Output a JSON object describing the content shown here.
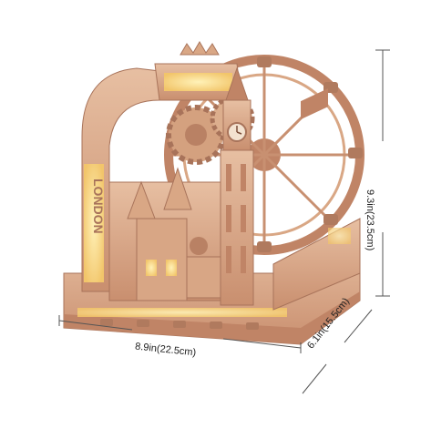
{
  "product": {
    "sign_text": "LONDON",
    "accent_wood": "#d9a785",
    "light_glow": "#f7d37a",
    "dark_wood": "#a8735a"
  },
  "dimensions": {
    "width": "8.9in(22.5cm)",
    "depth": "6.1in(15.5cm)",
    "height": "9.3in(23.5cm)"
  }
}
